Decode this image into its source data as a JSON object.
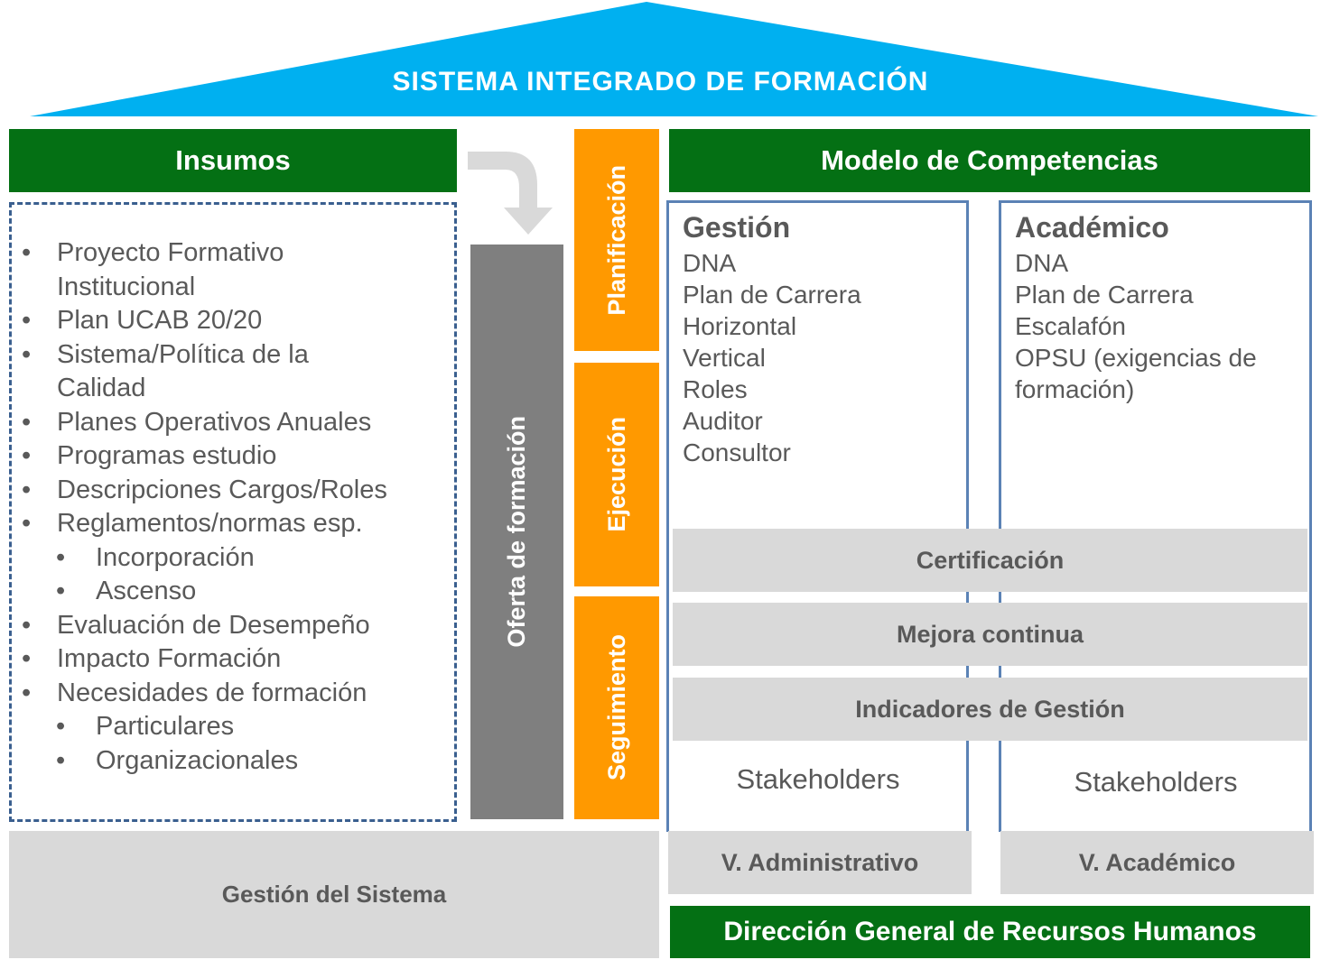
{
  "roof": {
    "title": "SISTEMA INTEGRADO DE FORMACIÓN"
  },
  "insumos": {
    "header": "Insumos",
    "items": [
      {
        "bullet": "•",
        "text": "Proyecto Formativo"
      },
      {
        "bullet": "",
        "text": "Institucional"
      },
      {
        "bullet": "•",
        "text": "Plan UCAB 20/20"
      },
      {
        "bullet": "•",
        "text": "Sistema/Política de la"
      },
      {
        "bullet": "",
        "text": "Calidad"
      },
      {
        "bullet": "•",
        "text": "Planes Operativos Anuales"
      },
      {
        "bullet": "•",
        "text": "Programas estudio"
      },
      {
        "bullet": "•",
        "text": "Descripciones Cargos/Roles"
      },
      {
        "bullet": "•",
        "text": "Reglamentos/normas esp."
      },
      {
        "bullet": "•",
        "text": "Incorporación",
        "sub": true
      },
      {
        "bullet": "•",
        "text": "Ascenso",
        "sub": true
      },
      {
        "bullet": "•",
        "text": "Evaluación de Desempeño"
      },
      {
        "bullet": "•",
        "text": "Impacto Formación"
      },
      {
        "bullet": "•",
        "text": "Necesidades de formación"
      },
      {
        "bullet": "•",
        "text": "Particulares",
        "sub": true
      },
      {
        "bullet": "•",
        "text": "Organizacionales",
        "sub": true
      }
    ]
  },
  "oferta": {
    "label": "Oferta de formación"
  },
  "phases": {
    "planificacion": "Planificación",
    "ejecucion": "Ejecución",
    "seguimiento": "Seguimiento"
  },
  "modelo": {
    "header": "Modelo de Competencias",
    "gestion": {
      "title": "Gestión",
      "items": [
        "DNA",
        "Plan de Carrera",
        "Horizontal",
        "Vertical",
        "Roles",
        "Auditor",
        "Consultor"
      ]
    },
    "academico": {
      "title": "Académico",
      "items": [
        "DNA",
        "Plan de Carrera",
        "Escalafón",
        "OPSU (exigencias de",
        "formación)"
      ]
    },
    "bands": {
      "certificacion": "Certificación",
      "mejora": "Mejora continua",
      "indicadores": "Indicadores de Gestión"
    },
    "stakeholders_left": "Stakeholders",
    "stakeholders_right": "Stakeholders"
  },
  "gestion_sistema": "Gestión del Sistema",
  "vadmin": "V. Administrativo",
  "vacad": "V. Académico",
  "direccion": "Dirección General de Recursos Humanos",
  "colors": {
    "roof": "#00b0f0",
    "green": "#047014",
    "orange": "#ff9900",
    "gray_dark": "#7f7f7f",
    "gray_light": "#d9d9d9",
    "border_blue": "#5b82b5"
  }
}
